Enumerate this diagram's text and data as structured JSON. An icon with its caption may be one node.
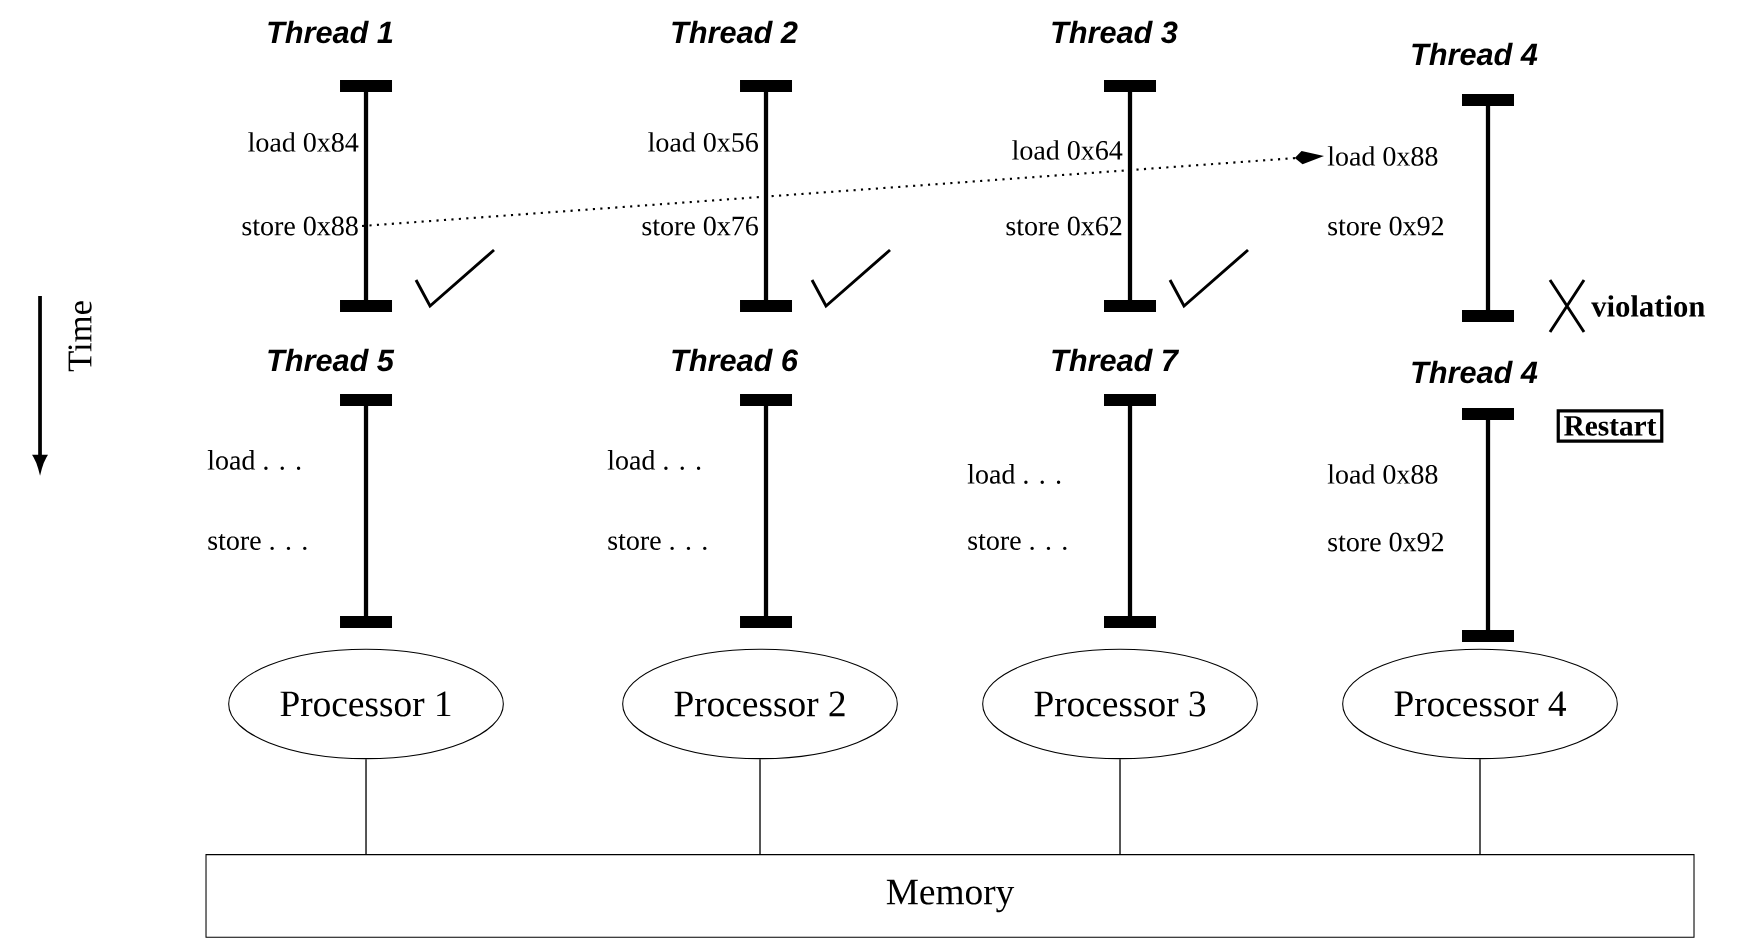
{
  "diagram": {
    "nodes": [
      {
        "text": [
          "Processor 1"
        ]
      },
      {
        "text": [
          "Processor 2"
        ]
      },
      {
        "text": [
          "Processor 3"
        ]
      },
      {
        "text": [
          "Processor 4"
        ]
      },
      {
        "text": [
          "Memory"
        ]
      },
      {
        "text": [
          "store 0x88"
        ]
      },
      {
        "text": [
          "load 0x88"
        ]
      },
      {
        "text": [
          "Restart"
        ]
      }
    ],
    "edges": [
      {
        "from": 0,
        "to": 4,
        "arrow": "none"
      },
      {
        "from": 1,
        "to": 4,
        "arrow": "none"
      },
      {
        "from": 2,
        "to": 4,
        "arrow": "none"
      },
      {
        "from": 3,
        "to": 4,
        "arrow": "none"
      },
      {
        "from": 5,
        "to": 6,
        "arrow": "to",
        "style": "dashed"
      }
    ],
    "labels": [
      "Thread 1",
      "Thread 2",
      "Thread 3",
      "Thread 4",
      "load 0x84",
      "load 0x56",
      "load 0x64",
      "store 0x76",
      "store 0x62",
      "store 0x92",
      "Time",
      "violation",
      "Thread 5",
      "Thread 6",
      "Thread 7",
      "Thread 4",
      "load . . .",
      "load . . .",
      "load . . .",
      "load 0x88",
      "store . . .",
      "store . . .",
      "store . . .",
      "store 0x92"
    ]
  }
}
